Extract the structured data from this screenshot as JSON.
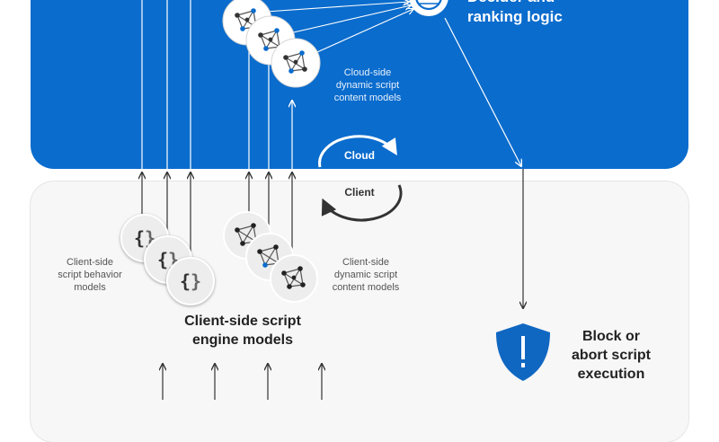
{
  "decider": {
    "label_line1": "Decider and",
    "label_line2": "ranking logic"
  },
  "cloud": {
    "content_models_label_line1": "Cloud-side",
    "content_models_label_line2": "dynamic script",
    "content_models_label_line3": "content models"
  },
  "cycle": {
    "cloud_label": "Cloud",
    "client_label": "Client"
  },
  "client": {
    "behavior_models_label_line1": "Client-side",
    "behavior_models_label_line2": "script behavior",
    "behavior_models_label_line3": "models",
    "content_models_label_line1": "Client-side",
    "content_models_label_line2": "dynamic script",
    "content_models_label_line3": "content models",
    "engine_label_line1": "Client-side script",
    "engine_label_line2": "engine models"
  },
  "block": {
    "label_line1": "Block or",
    "label_line2": "abort script",
    "label_line3": "execution"
  },
  "icons": {
    "brace_left": "{",
    "brace_right": "}"
  },
  "colors": {
    "cloud_blue": "#0a6ccd",
    "client_gray": "#f7f7f7",
    "shield_blue": "#1067c2"
  }
}
